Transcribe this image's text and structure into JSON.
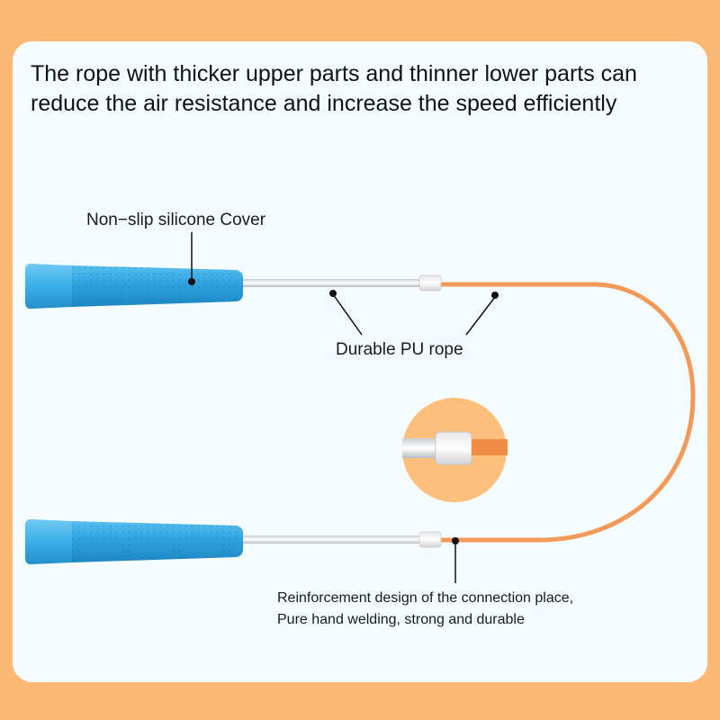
{
  "headline": {
    "line1": "The rope with thicker upper parts and thinner lower parts can",
    "line2": "reduce the air resistance and increase the speed efficiently"
  },
  "callouts": {
    "cover": "Non−slip silicone Cover",
    "rope": "Durable PU rope",
    "connection_line1": "Reinforcement design of the connection place,",
    "connection_line2": "Pure hand welding, strong and durable"
  },
  "colors": {
    "frame": "#fcb874",
    "card": "#f5fcff",
    "handle": "#2ea3df",
    "handle_cap": "#3aafe9",
    "rope": "#f39a58",
    "detail_circle": "#fdbf7c"
  }
}
